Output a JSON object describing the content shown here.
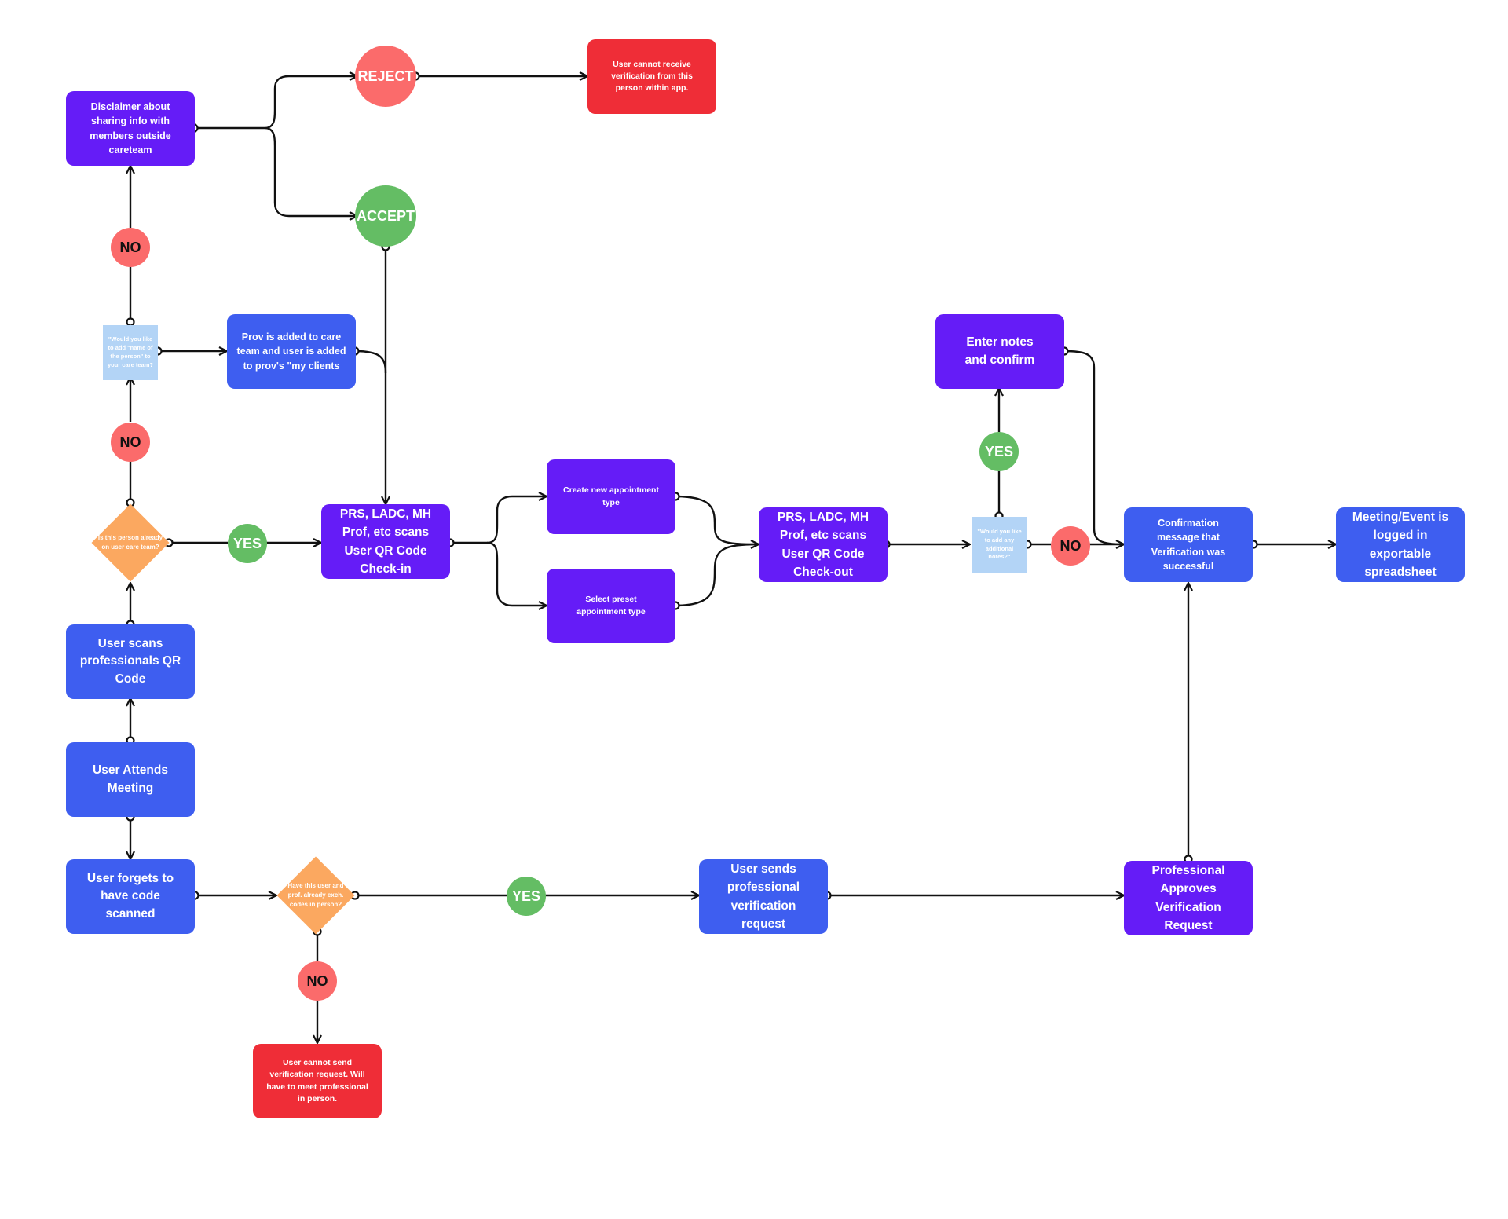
{
  "nodes": {
    "disclaimer": "Disclaimer about sharing info with members outside careteam",
    "reject": "REJECT",
    "accept": "ACCEPT",
    "cannot_receive": "User cannot receive verification from this person within app.",
    "no_top": "NO",
    "would_you_like_add": "\"Would you like to add \"name of the person\" to your care team?",
    "prov_added": "Prov is added to care team and user is added to prov's \"my clients",
    "no_mid": "NO",
    "is_this_person": "Is this person already on user care team?",
    "yes_left": "YES",
    "prs_checkin": "PRS, LADC, MH Prof, etc scans User QR Code Check-in",
    "create_new": "Create new appointment type",
    "select_preset": "Select preset appointment type",
    "prs_checkout": "PRS, LADC, MH Prof, etc scans User QR Code Check-out",
    "would_you_notes": "\"Would you like to add any additional notes?\"",
    "yes_notes": "YES",
    "enter_notes": "Enter notes and confirm",
    "no_notes": "NO",
    "confirmation": "Confirmation message that Verification was successful",
    "meeting_logged": "Meeting/Event is logged in exportable spreadsheet",
    "user_scans": "User scans professionals QR Code",
    "user_attends": "User Attends Meeting",
    "user_forgets": "User forgets to have code scanned",
    "have_this_user": "Have this user and prof. already exch. codes in person?",
    "yes_bottom": "YES",
    "user_sends": "User sends professional verification request",
    "professional_approves": "Professional Approves Verification Request",
    "no_bottom": "NO",
    "cannot_send": "User cannot send verification request. Will have to meet professional in person."
  },
  "colors": {
    "blue": "#3e5ef0",
    "purple": "#651cf7",
    "red": "#ef2d37",
    "no_circle": "#fb6b6b",
    "yes_circle": "#64bd64",
    "diamond": "#fba860",
    "note": "#b3d4f6"
  }
}
